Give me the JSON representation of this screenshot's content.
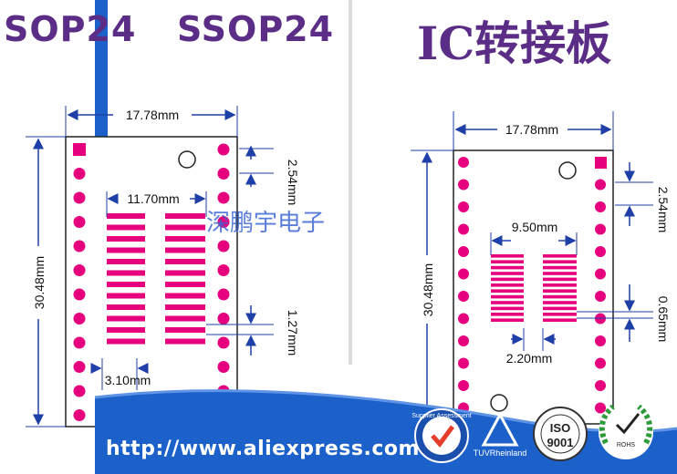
{
  "titles": {
    "left": "SOP24",
    "middle": "SSOP24",
    "right": "IC转接板"
  },
  "dims": {
    "width_left": "17.78mm",
    "width_right": "17.78mm",
    "height_left": "30.48mm",
    "height_right": "30.48mm",
    "pitch_left": "2.54mm",
    "pitch_right": "2.54mm",
    "sop_span": "11.70mm",
    "sop_pitch": "1.27mm",
    "sop_pad": "3.10mm",
    "ssop_span": "9.50mm",
    "ssop_pitch": "0.65mm",
    "ssop_pad": "2.20mm"
  },
  "watermark": "深鹏宇电子",
  "footer": {
    "url": "http://www.aliexpress.com",
    "badge1_text": "Supplier Assessment",
    "badge2_text": "TUVRheinland",
    "badge3_iso": "ISO",
    "badge3_num": "9001",
    "badge4_text": "ROHS"
  },
  "colors": {
    "pad": "#e6007e",
    "board_line": "#222222",
    "title": "#5b2d86",
    "band": "#1b61c9",
    "dim": "#1f3fa8"
  }
}
